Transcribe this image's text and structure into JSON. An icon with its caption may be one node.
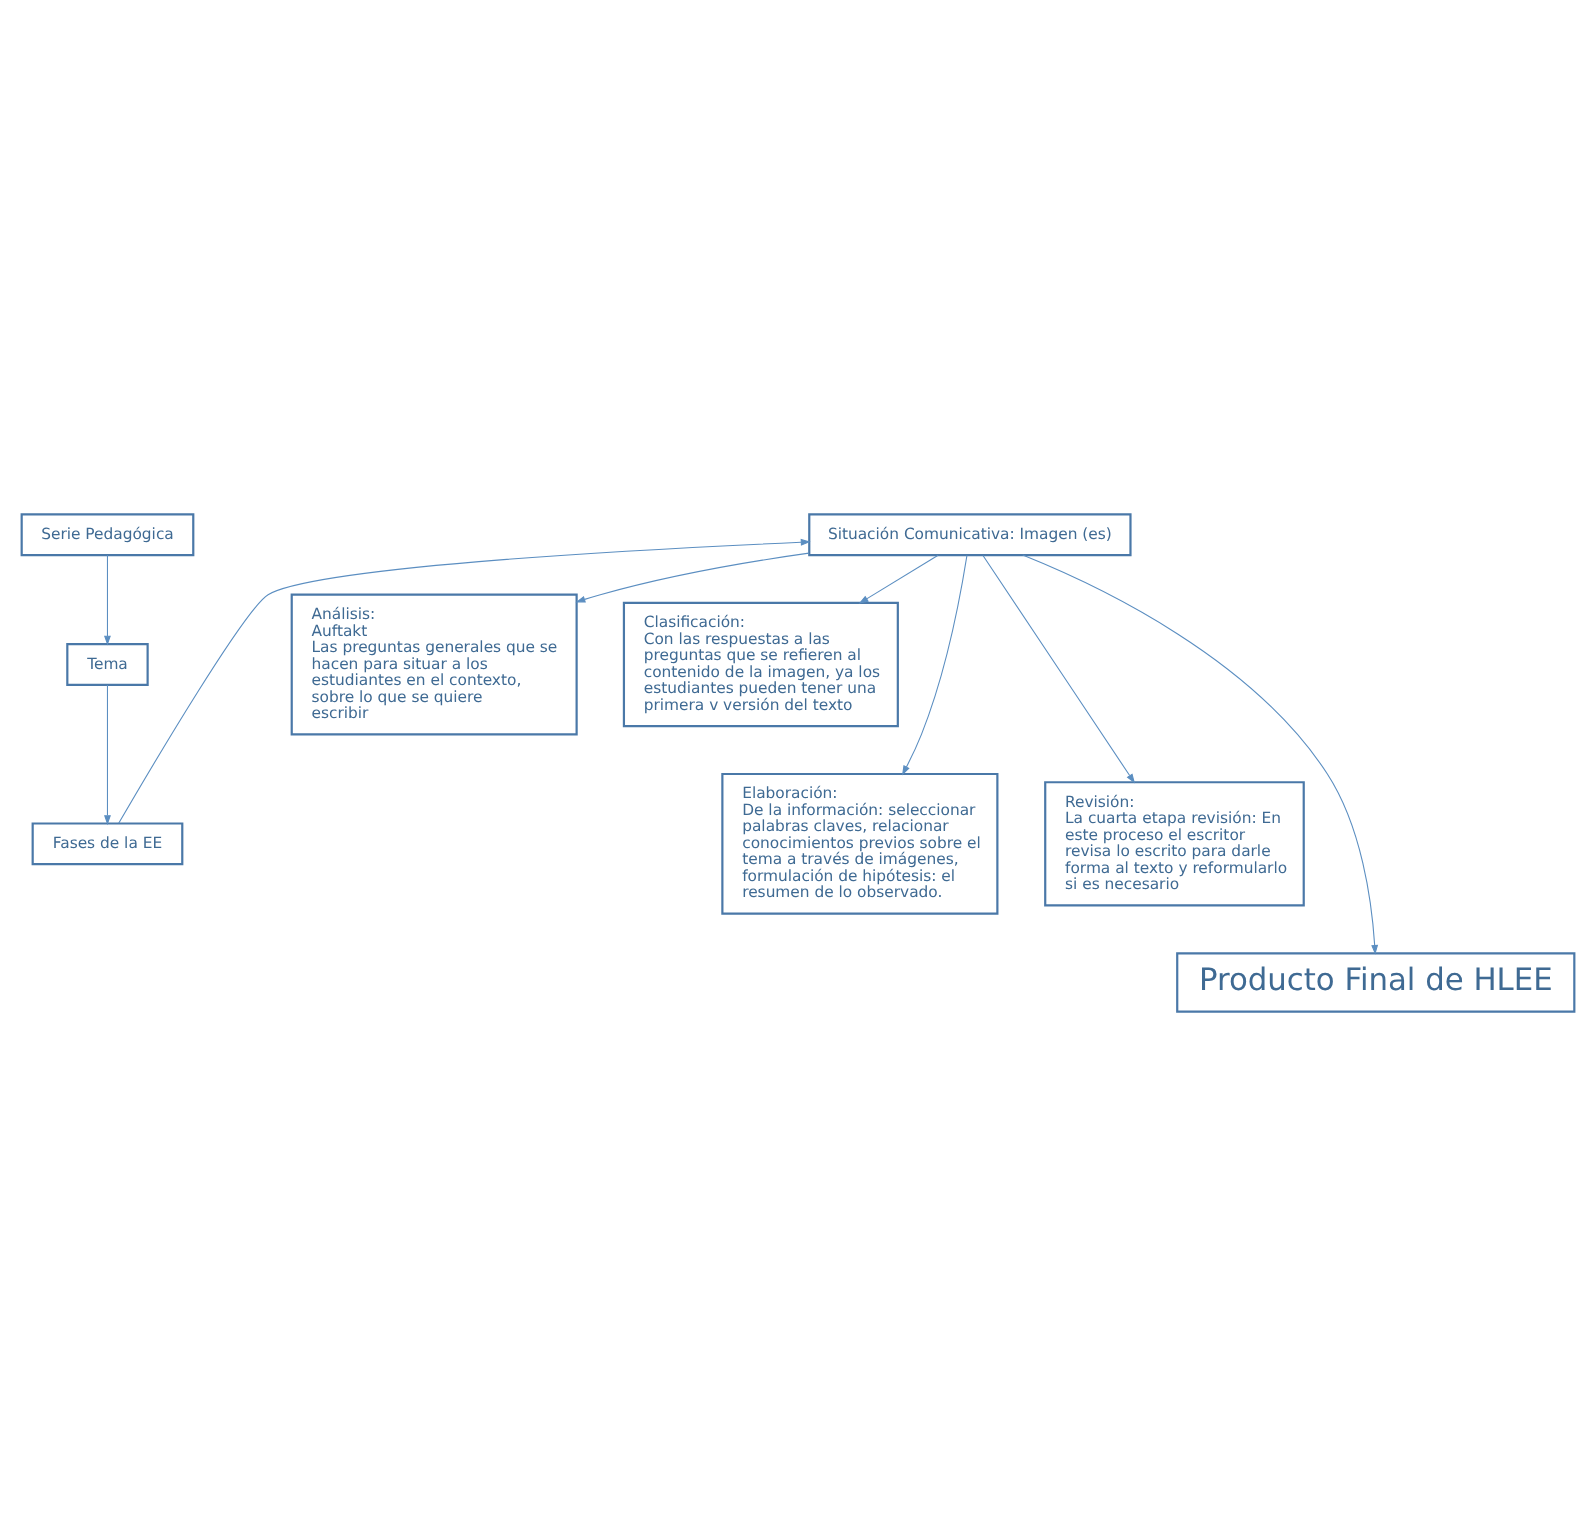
{
  "diagram": {
    "nodes": [
      {
        "text": [
          "Serie Pedagógica"
        ]
      },
      {
        "text": [
          "Tema"
        ]
      },
      {
        "text": [
          "Fases de la EE"
        ]
      },
      {
        "text": [
          "Situación Comunicativa: Imagen (es)"
        ]
      },
      {
        "text": [
          "Análisis:",
          "Auftakt",
          "Las preguntas generales que se hacen para situar a los estudiantes en el contexto, sobre lo que se quiere escribir"
        ]
      },
      {
        "text": [
          "Clasificación:",
          "Con las respuestas a las preguntas que se refieren al contenido de la imagen, ya los estudiantes pueden tener una primera v versión del texto"
        ]
      },
      {
        "text": [
          "Elaboración:",
          "De la información: seleccionar palabras claves, relacionar conocimientos previos sobre el tema a través de imágenes, formulación de hipótesis: el resumen de lo observado."
        ]
      },
      {
        "text": [
          "Revisión:",
          "La cuarta etapa revisión: En este proceso el escritor revisa lo escrito para darle forma al texto y reformularlo si es necesario"
        ]
      },
      {
        "text": [
          "Producto Final de HLEE"
        ]
      }
    ],
    "edges": [
      {
        "from": 0,
        "to": 1,
        "arrow": "to"
      },
      {
        "from": 1,
        "to": 2,
        "arrow": "to"
      },
      {
        "from": 2,
        "to": 3,
        "arrow": "to"
      },
      {
        "from": 3,
        "to": 4,
        "arrow": "to"
      },
      {
        "from": 3,
        "to": 5,
        "arrow": "to"
      },
      {
        "from": 3,
        "to": 6,
        "arrow": "to"
      },
      {
        "from": 3,
        "to": 7,
        "arrow": "to"
      },
      {
        "from": 3,
        "to": 8,
        "arrow": "to"
      }
    ]
  }
}
